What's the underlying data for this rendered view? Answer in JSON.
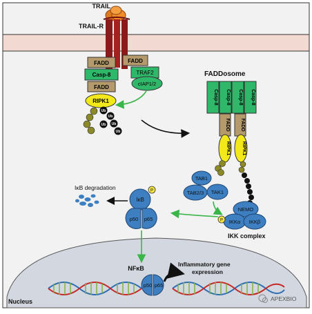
{
  "labels": {
    "trail": "TRAIL",
    "trail_r": "TRAIL-R",
    "faddosome": "FADDosome",
    "ikb_degradation": "IκB degradation",
    "ikk_complex": "IKK complex",
    "nfkb": "NFκB",
    "inflammatory_line1": "Inflammatory gene",
    "inflammatory_line2": "expression",
    "nucleus": "Nucleus",
    "watermark": "APEXBIO"
  },
  "left_complex": {
    "fadd_top": "FADD",
    "casp8": "Casp-8",
    "fadd_bottom": "FADD",
    "fadd_right": "FADD",
    "traf2": "TRAF2",
    "ciap": "cIAP1/2",
    "ripk1": "RIPK1"
  },
  "faddosome_complex": {
    "casp8_labels": [
      "Casp-8",
      "Casp-8",
      "Casp-8",
      "Casp-8"
    ],
    "fadd_labels": [
      "FADD",
      "FADD"
    ],
    "ripk1_labels": [
      "RIPK1",
      "RIPK1"
    ]
  },
  "tak_complex": {
    "tab1": "TAB1",
    "tab23": "TAB2/3",
    "tak1": "TAK1"
  },
  "ikk": {
    "nemo": "NEMO",
    "ikk_alpha": "IKKα",
    "ikk_beta": "IKKβ",
    "p": "P"
  },
  "ikb_complex": {
    "ikb": "IκB",
    "p50": "p50",
    "p65": "p65",
    "p": "P"
  },
  "nuclear_nfkb": {
    "p50": "p50",
    "p65": "p65"
  },
  "ub": "Ub",
  "colors": {
    "membrane": "#f2d9d2",
    "receptor": "#8b1a1a",
    "trail": "#e07a1f",
    "fadd": "#b59b6b",
    "casp8": "#2fb86a",
    "ripk1": "#f2e81a",
    "ub_dark": "#111111",
    "ub_olive": "#8c8a28",
    "blue": "#3d7fc1",
    "phospho": "#f4e641",
    "green_arrow": "#3ab54a",
    "nucleus": "#d3d7e0"
  }
}
